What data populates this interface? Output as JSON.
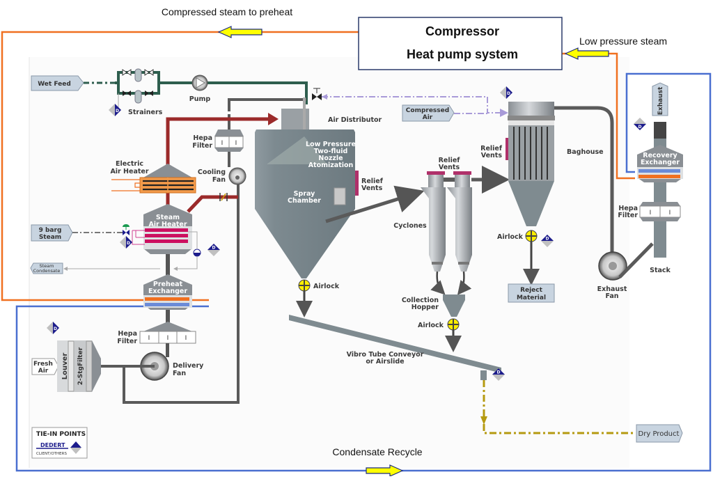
{
  "diagram": {
    "title_box": {
      "line1": "Compressor",
      "line2": "Heat pump system"
    },
    "annotations": {
      "compressed_steam": "Compressed steam to preheat",
      "low_pressure_steam": "Low pressure steam",
      "condensate_recycle": "Condensate Recycle"
    },
    "inputs": {
      "wet_feed": "Wet Feed",
      "steam_9barg": [
        "9 barg",
        "Steam"
      ],
      "steam_condensate": [
        "Steam",
        "Condensate"
      ],
      "fresh_air": [
        "Fresh",
        "Air"
      ],
      "compressed_air": [
        "Compressed",
        "Air"
      ],
      "exhaust": "Exhaust",
      "dry_product": "Dry Product",
      "reject_material": [
        "Reject",
        "Material"
      ]
    },
    "equipment": {
      "strainers": "Strainers",
      "pump": "Pump",
      "electric_air_heater": [
        "Electric",
        "Air Heater"
      ],
      "steam_air_heater": [
        "Steam",
        "Air Heater"
      ],
      "preheat_exchanger": [
        "Preheat",
        "Exchanger"
      ],
      "hepa_filter_supply": [
        "Hepa",
        "Filter"
      ],
      "hepa_filter_cooling": [
        "Hepa",
        "Filter"
      ],
      "hepa_filter_exhaust": [
        "Hepa",
        "Filter"
      ],
      "cooling_fan": [
        "Cooling",
        "Fan"
      ],
      "delivery_fan": [
        "Delivery",
        "Fan"
      ],
      "louver": "Louver",
      "two_stage_filter": "2-StgFilter",
      "air_distributor": "Air Distributor",
      "nozzle": [
        "Low Pressure",
        "Two-fluid",
        "Nozzle",
        "Atomization"
      ],
      "spray_chamber": [
        "Spray",
        "Chamber"
      ],
      "relief_vents_chamber": [
        "Relief",
        "Vents"
      ],
      "relief_vents_cyclones": [
        "Relief",
        "Vents"
      ],
      "relief_vents_baghouse": [
        "Relief",
        "Vents"
      ],
      "airlock_chamber": "Airlock",
      "airlock_hopper": "Airlock",
      "airlock_baghouse": "Airlock",
      "cyclones": "Cyclones",
      "collection_hopper": [
        "Collection",
        "Hopper"
      ],
      "baghouse": "Baghouse",
      "exhaust_fan": [
        "Exhaust",
        "Fan"
      ],
      "recovery_exchanger": [
        "Recovery",
        "Exchanger"
      ],
      "stack": "Stack",
      "conveyor": [
        "Vibro Tube Conveyor",
        "or Airslide"
      ]
    },
    "legend": {
      "title": "TIE-IN POINTS",
      "vendor": "DEDERT",
      "other": "CLIENT/OTHERS",
      "badge": "D"
    },
    "colors": {
      "steam_line": "#f07020",
      "condensate_line": "#4a6fd0",
      "feed_line": "#2e5e4e",
      "hot_air_line": "#9b2a2a",
      "air_duct": "#5a5a5a",
      "product_line": "#b59a10",
      "compressed_air_line": "#a89ad8",
      "equipment_gray": "#7f8b90",
      "arrow_fill": "#ffff00",
      "dedert_blue": "#1c1c8c",
      "label_box": "#c8d4e0"
    }
  }
}
